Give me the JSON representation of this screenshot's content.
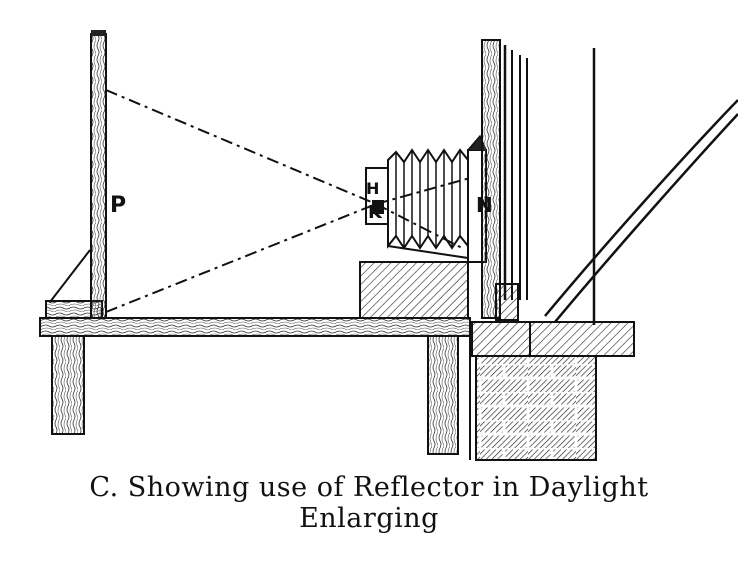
{
  "figure": {
    "labels": {
      "P": "P",
      "K": "K",
      "N": "N",
      "H": "H"
    },
    "caption_line1": "C. Showing use of Reflector in Daylight",
    "caption_line2": "Enlarging"
  }
}
